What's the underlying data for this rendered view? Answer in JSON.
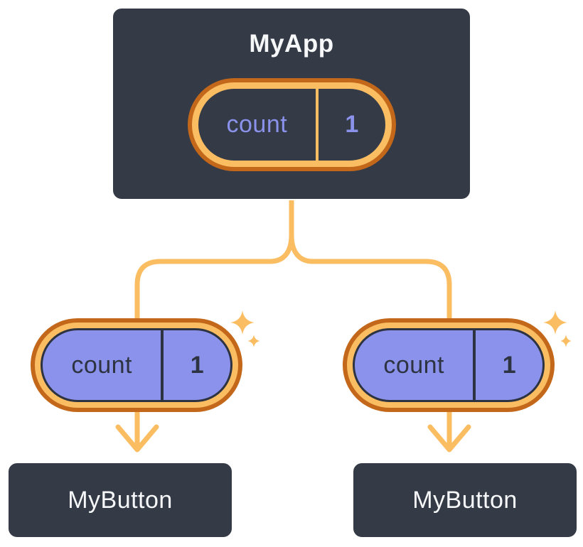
{
  "colors": {
    "background": "#FFFFFF",
    "node_fill": "#343A46",
    "node_border": "#FFFFFF",
    "orange_dark": "#C3681A",
    "orange_light": "#FABD62",
    "purple": "#8A92EC",
    "lavender_text": "#8A92EC",
    "dark_text": "#2D3340",
    "light_text": "#F6F7F9"
  },
  "nodes": {
    "app": {
      "label": "MyApp",
      "state": {
        "name": "count",
        "value": "1"
      }
    },
    "button_left": {
      "label": "MyButton"
    },
    "button_right": {
      "label": "MyButton"
    }
  },
  "props": {
    "left": {
      "name": "count",
      "value": "1"
    },
    "right": {
      "name": "count",
      "value": "1"
    }
  }
}
